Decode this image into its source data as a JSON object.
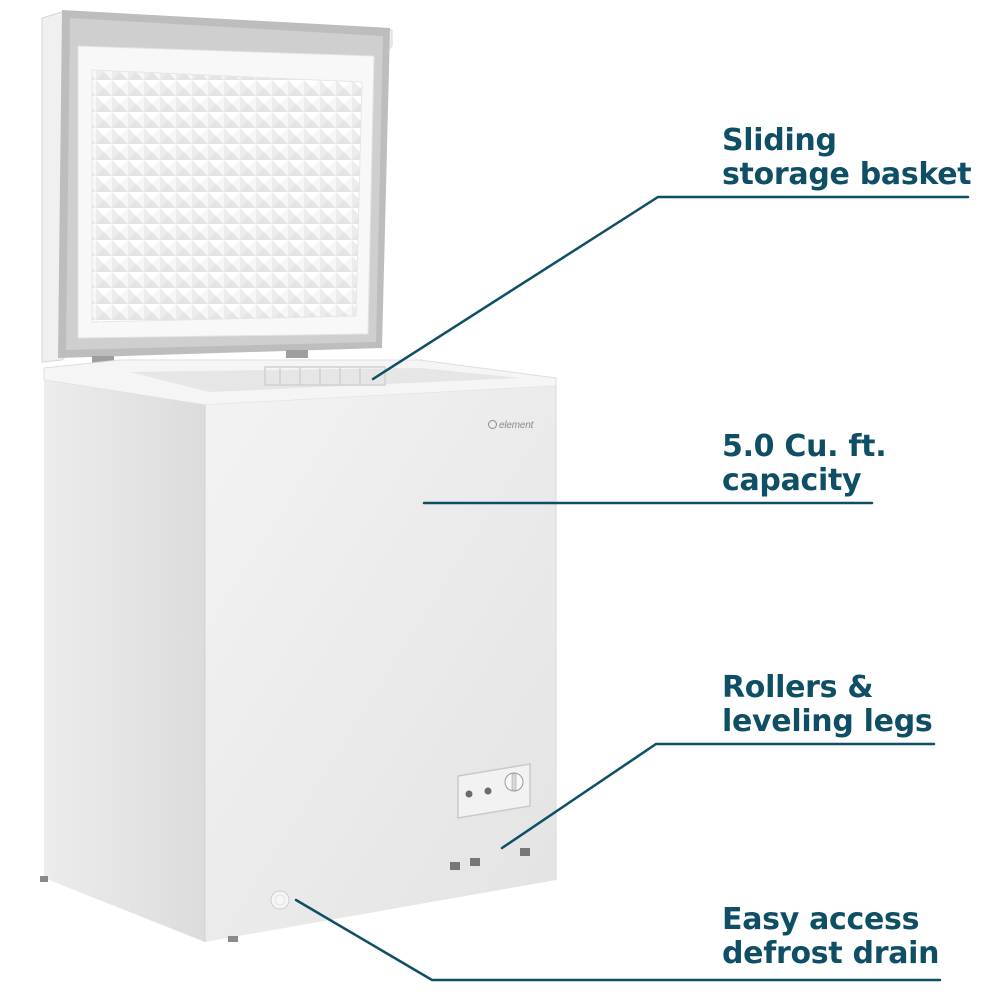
{
  "image": {
    "subject": "White chest freezer with lid open",
    "brand_badge": "element",
    "accent_color": "#0f4f66"
  },
  "callouts": [
    {
      "id": "basket",
      "lines": [
        "Sliding",
        "storage basket"
      ]
    },
    {
      "id": "capacity",
      "lines": [
        "5.0 Cu. ft.",
        "capacity"
      ]
    },
    {
      "id": "rollers",
      "lines": [
        "Rollers &",
        "leveling legs"
      ]
    },
    {
      "id": "drain",
      "lines": [
        "Easy access",
        "defrost drain"
      ]
    }
  ]
}
